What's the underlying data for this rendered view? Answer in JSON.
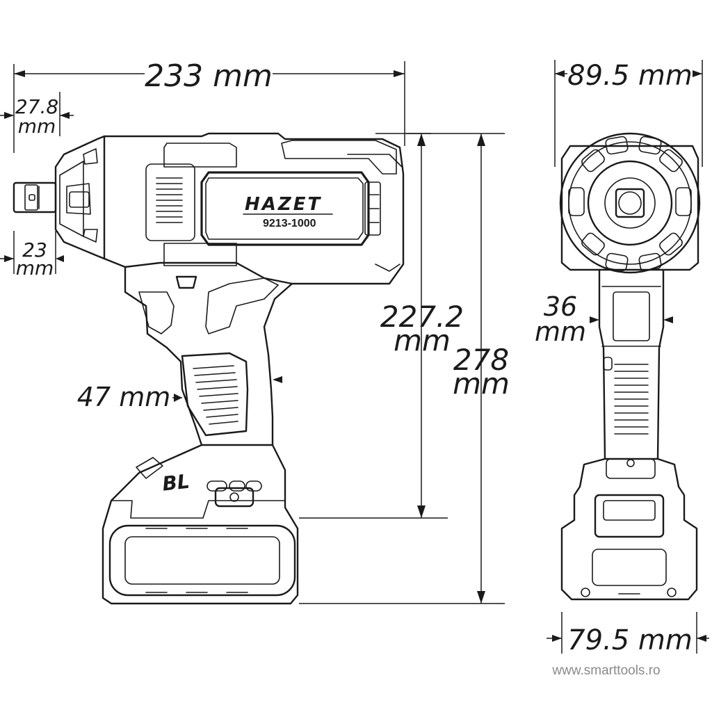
{
  "dimensions": {
    "total_length": "233 mm",
    "anvil_length_num": "27.8",
    "anvil_length_unit": "mm",
    "anvil_height_num": "23",
    "anvil_height_unit": "mm",
    "grip_width": "47 mm",
    "height_no_battery_num": "227.2",
    "height_no_battery_unit": "mm",
    "total_height_num": "278",
    "total_height_unit": "mm",
    "head_width": "89.5 mm",
    "grip_side_width_num": "36",
    "grip_side_width_unit": "mm",
    "battery_width": "79.5 mm"
  },
  "branding": {
    "brand": "HAZET",
    "model": "9213-1000",
    "battery_logo": "BL"
  },
  "watermark": "www.smarttools.ro"
}
